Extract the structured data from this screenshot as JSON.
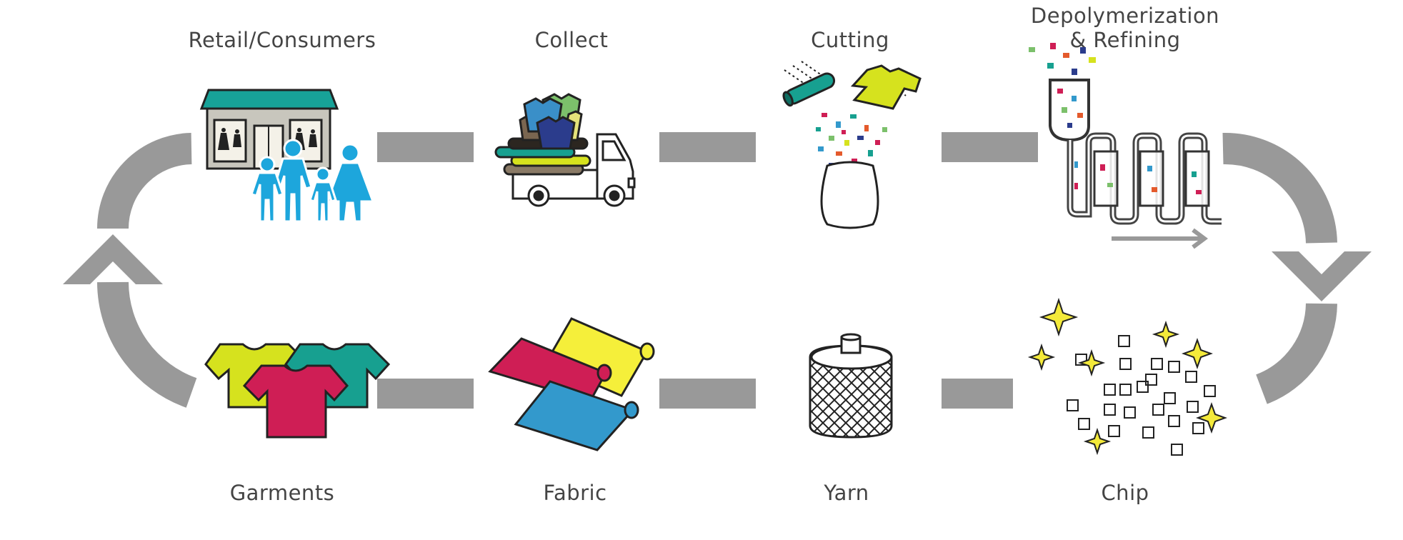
{
  "stages_top": [
    {
      "id": "retail",
      "label": "Retail/Consumers"
    },
    {
      "id": "collect",
      "label": "Collect"
    },
    {
      "id": "cutting",
      "label": "Cutting"
    },
    {
      "id": "depoly",
      "label_line1": "Depolymerization",
      "label_line2": "& Refining"
    }
  ],
  "stages_bottom": [
    {
      "id": "garments",
      "label": "Garments"
    },
    {
      "id": "fabric",
      "label": "Fabric"
    },
    {
      "id": "yarn",
      "label": "Yarn"
    },
    {
      "id": "chip",
      "label": "Chip"
    }
  ],
  "colors": {
    "connector": "#999999",
    "people": "#1da6dc",
    "store_roof": "#17a298",
    "yellow": "#f5ef3a",
    "magenta": "#cf1e55",
    "teal": "#17a090",
    "blue": "#3399cc",
    "lime": "#d6e21e",
    "outline": "#222222",
    "sparkle": "#f4ea3a"
  }
}
